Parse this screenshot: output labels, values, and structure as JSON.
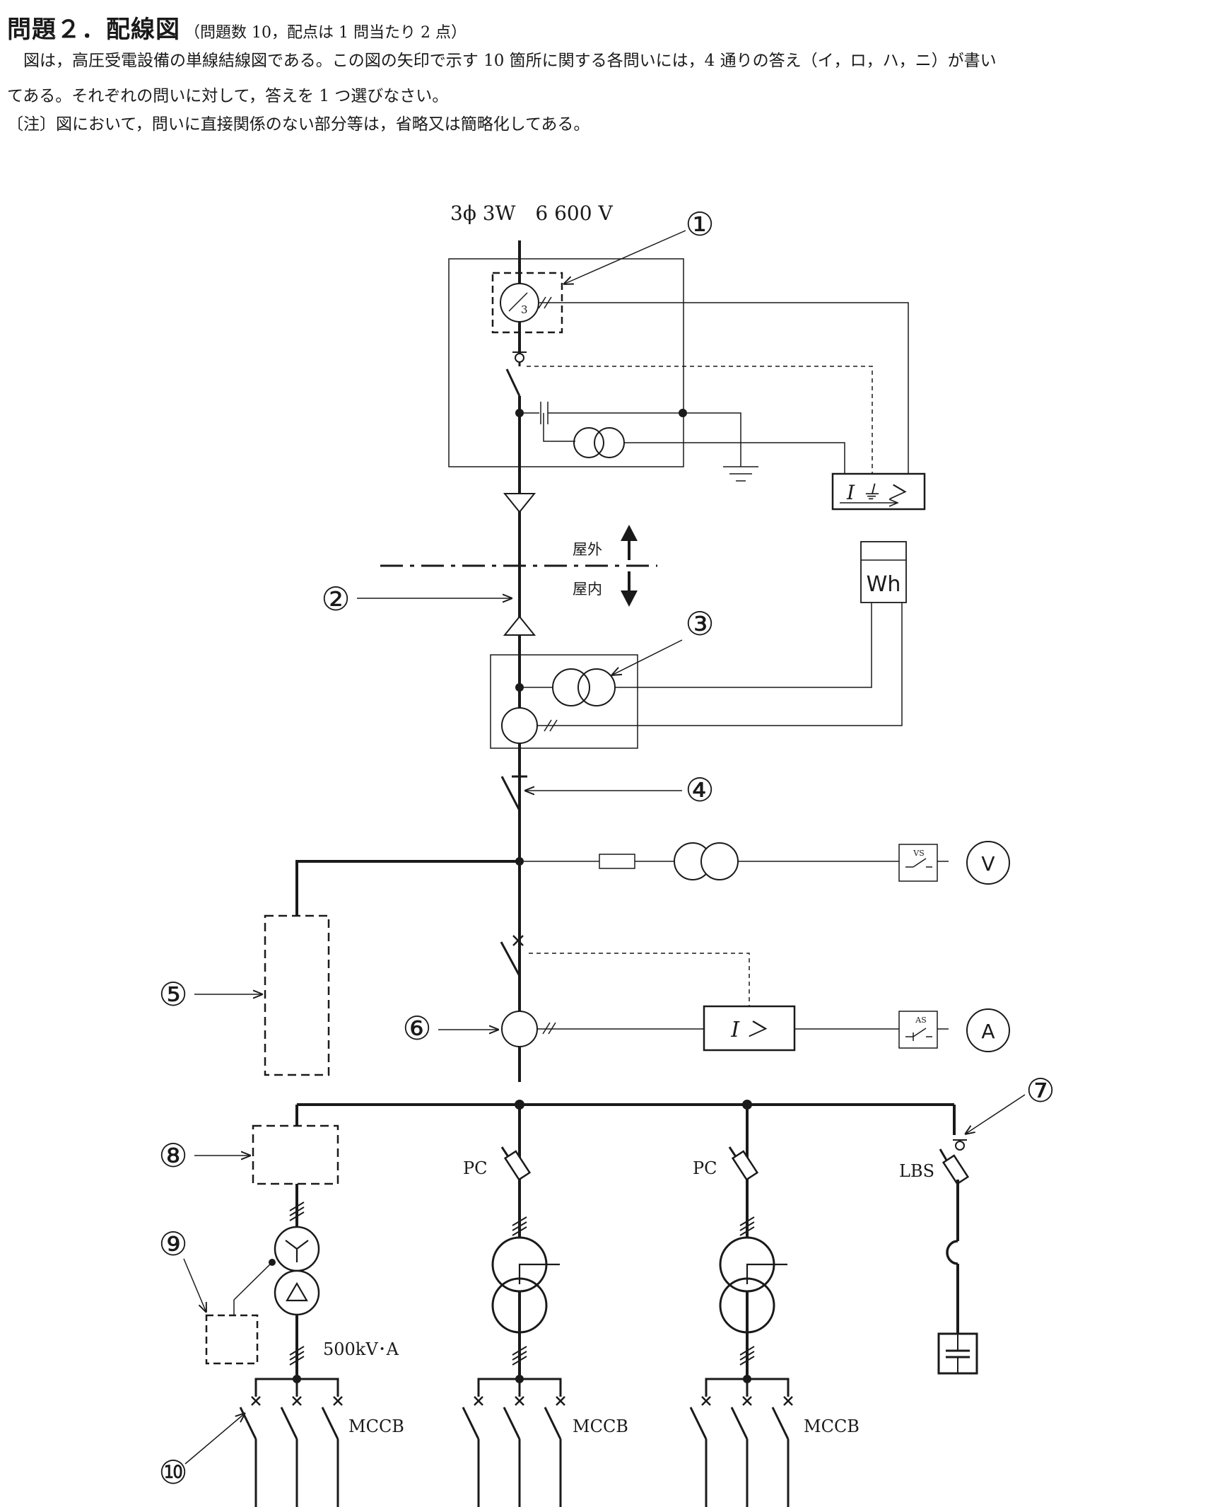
{
  "header": {
    "title": "問題２．配線図",
    "subtitle": "（問題数 10，配点は 1 問当たり 2 点）",
    "line1": "　図は，高圧受電設備の単線結線図である。この図の矢印で示す 10 箇所に関する各問いには，4 通りの答え（イ，ロ，ハ，ニ）が書い",
    "line2": "てある。それぞれの問いに対して，答えを 1 つ選びなさい。",
    "note": "〔注〕図において，問いに直接関係のない部分等は，省略又は簡略化してある。"
  },
  "diagram": {
    "supply_label": "3ϕ 3W　6 600 V",
    "outdoor_label": "屋外",
    "indoor_label": "屋内",
    "wh_label": "Wh",
    "vs_label": "VS",
    "as_label": "AS",
    "voltmeter_label": "V",
    "ammeter_label": "A",
    "ovr_relay_label": "I ＞",
    "ground_relay_label": "I ⏚ ＞",
    "ct_zct_number": "3",
    "pc_label_1": "PC",
    "pc_label_2": "PC",
    "lbs_label": "LBS",
    "transformer_rating": "500kV･A",
    "mccb_label_1": "MCCB",
    "mccb_label_2": "MCCB",
    "mccb_label_3": "MCCB",
    "markers": [
      "①",
      "②",
      "③",
      "④",
      "⑤",
      "⑥",
      "⑦",
      "⑧",
      "⑨",
      "⑩"
    ]
  }
}
